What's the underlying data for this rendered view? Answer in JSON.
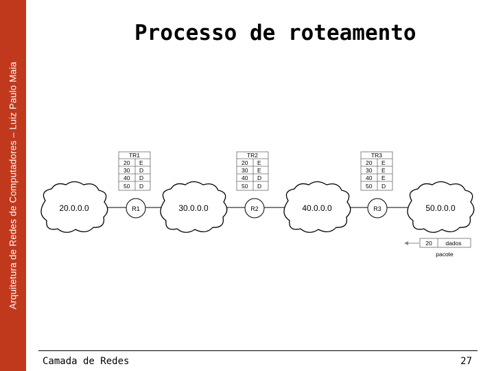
{
  "slide": {
    "sidebar_text": "Arquitetura de Redes de Computadores – Luiz Paulo Maia",
    "title": "Processo de roteamento",
    "footer_left": "Camada de Redes",
    "page_number": "27"
  },
  "colors": {
    "sidebar": "#c0391c",
    "line": "#000000",
    "arrow": "#888888",
    "box_border": "#666666"
  },
  "networks": [
    "20.0.0.0",
    "30.0.0.0",
    "40.0.0.0",
    "50.0.0.0"
  ],
  "routers": [
    "R1",
    "R2",
    "R3"
  ],
  "tables": [
    {
      "name": "TR1",
      "rows": [
        [
          "20",
          "E"
        ],
        [
          "30",
          "D"
        ],
        [
          "40",
          "D"
        ],
        [
          "50",
          "D"
        ]
      ]
    },
    {
      "name": "TR2",
      "rows": [
        [
          "20",
          "E"
        ],
        [
          "30",
          "E"
        ],
        [
          "40",
          "D"
        ],
        [
          "50",
          "D"
        ]
      ]
    },
    {
      "name": "TR3",
      "rows": [
        [
          "20",
          "E"
        ],
        [
          "30",
          "E"
        ],
        [
          "40",
          "E"
        ],
        [
          "50",
          "D"
        ]
      ]
    }
  ],
  "packet": {
    "address": "20",
    "data_label": "dados",
    "caption": "pacote",
    "arrow_icon": "arrow-left-icon"
  }
}
